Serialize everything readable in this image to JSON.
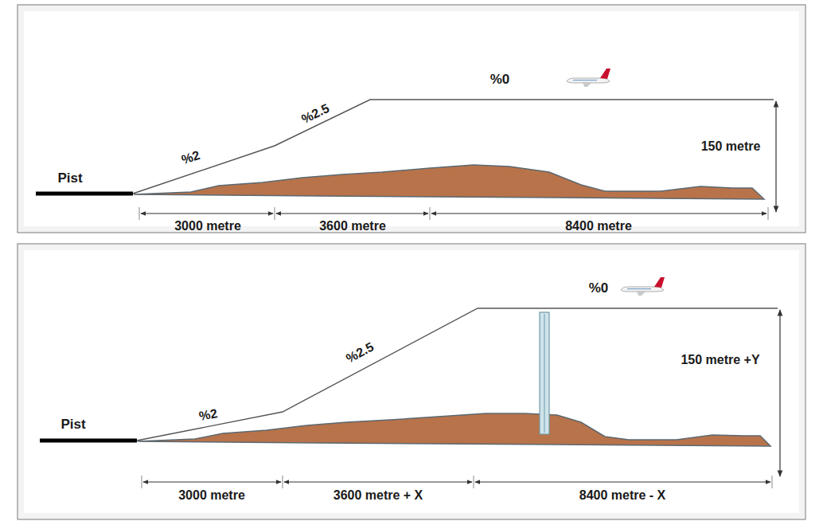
{
  "diagram": {
    "labels": [
      "Pist",
      "%2",
      "%2.5",
      "%0",
      "150 metre",
      "3000 metre",
      "3600 metre",
      "8400 metre",
      "Pist",
      "%2",
      "%2.5",
      "%0",
      "150 metre +Y",
      "3000 metre",
      "3600 metre + X",
      "8400 metre - X"
    ]
  }
}
